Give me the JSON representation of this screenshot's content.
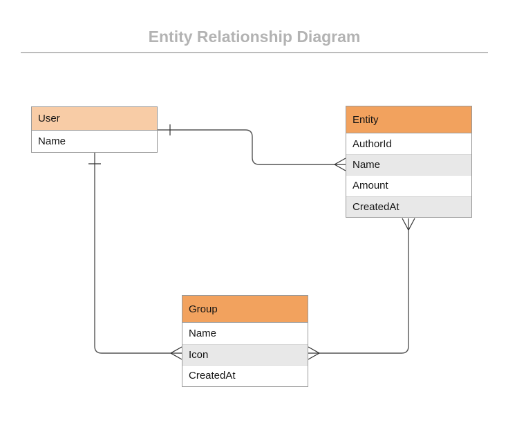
{
  "title": "Entity Relationship Diagram",
  "colors": {
    "title_text": "#b3b3b3",
    "rule": "#bcbcbc",
    "user_header_bg": "#f8cca6",
    "entity_header_bg": "#f2a25e",
    "group_header_bg": "#f2a25e",
    "shaded_row_bg": "#e8e8e8",
    "table_border": "#999999",
    "connector": "#545454"
  },
  "tables": [
    {
      "name": "User",
      "fields": [
        {
          "label": "Name",
          "shaded": false
        }
      ]
    },
    {
      "name": "Entity",
      "fields": [
        {
          "label": "AuthorId",
          "shaded": false
        },
        {
          "label": "Name",
          "shaded": true
        },
        {
          "label": "Amount",
          "shaded": false
        },
        {
          "label": "CreatedAt",
          "shaded": true
        }
      ]
    },
    {
      "name": "Group",
      "fields": [
        {
          "label": "Name",
          "shaded": false
        },
        {
          "label": "Icon",
          "shaded": true
        },
        {
          "label": "CreatedAt",
          "shaded": false
        }
      ]
    }
  ],
  "relationships": [
    {
      "from": "User",
      "to": "Entity",
      "from_cardinality": "one",
      "to_cardinality": "many"
    },
    {
      "from": "User",
      "to": "Group",
      "from_cardinality": "one",
      "to_cardinality": "many"
    },
    {
      "from": "Entity",
      "to": "Group",
      "from_cardinality": "many",
      "to_cardinality": "many"
    }
  ]
}
